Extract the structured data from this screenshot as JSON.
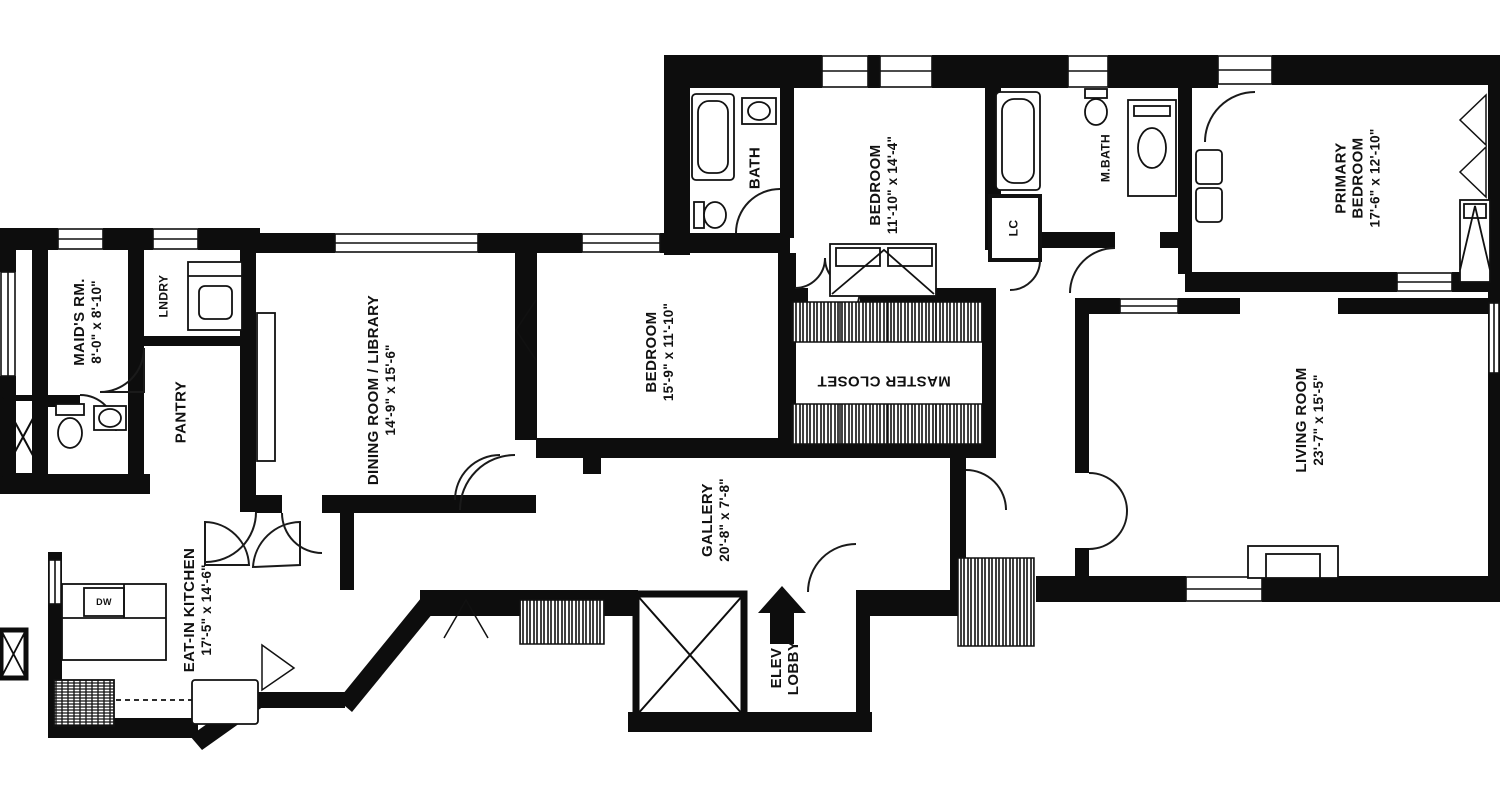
{
  "title": "apartment-floor-plan",
  "colors": {
    "wall": "#0d0d0d",
    "background": "#ffffff",
    "line": "#1a1a1a"
  },
  "rooms": {
    "maids": {
      "name": "MAID'S RM.",
      "dims": "8'-0\" x 8'-10\""
    },
    "lndry": {
      "name": "LNDRY"
    },
    "pantry": {
      "name": "PANTRY"
    },
    "dining": {
      "name": "DINING ROOM / LIBRARY",
      "dims": "14'-9\" x 15'-6\""
    },
    "bedroom_mid": {
      "name": "BEDROOM",
      "dims": "15'-9\" x 11'-10\""
    },
    "bath": {
      "name": "BATH"
    },
    "bedroom_top": {
      "name": "BEDROOM",
      "dims": "11'-10\" x 14'-4\""
    },
    "mbath": {
      "name": "M.BATH"
    },
    "lc": {
      "name": "LC"
    },
    "primary": {
      "line1": "PRIMARY",
      "line2": "BEDROOM",
      "dims": "17'-6\" x 12'-10\""
    },
    "master_closet": {
      "name": "MASTER CLOSET"
    },
    "living": {
      "name": "LIVING ROOM",
      "dims": "23'-7\" x 15'-5\""
    },
    "gallery": {
      "name": "GALLERY",
      "dims": "20'-8\" x 7'-8\""
    },
    "elev_lobby": {
      "line1": "ELEV",
      "line2": "LOBBY"
    },
    "kitchen": {
      "name": "EAT-IN KITCHEN",
      "dims": "17'-5\" x 14'-6\""
    },
    "dw": {
      "name": "DW"
    }
  }
}
